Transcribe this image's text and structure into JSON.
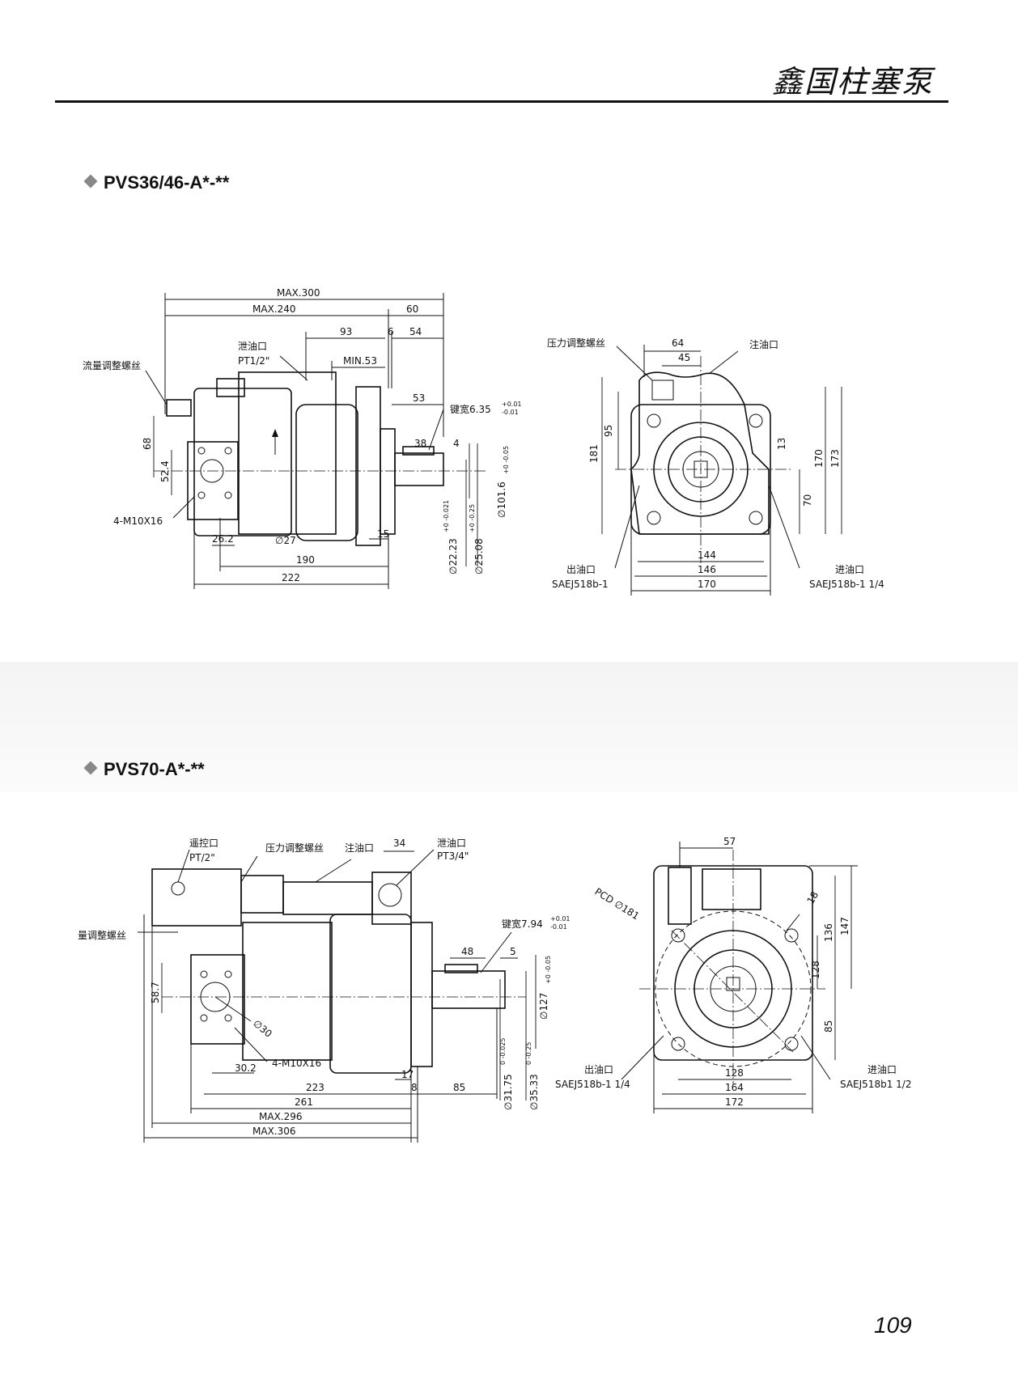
{
  "header": {
    "brand": "鑫国柱塞泵"
  },
  "sections": [
    {
      "title": "PVS36/46-A*-**"
    },
    {
      "title": "PVS70-A*-**"
    }
  ],
  "drawing1": {
    "labels": {
      "max300": "MAX.300",
      "max240": "MAX.240",
      "d60": "60",
      "d93": "93",
      "d6": "6",
      "d54": "54",
      "drain": "泄油口",
      "drain_pt": "PT1/2\"",
      "min53": "MIN.53",
      "flow_screw": "流量调整螺丝",
      "d53": "53",
      "key": "键宽6.35",
      "key_tol_up": "+0.01",
      "key_tol_dn": "-0.01",
      "d38": "38",
      "d4": "4",
      "d68": "68",
      "d52_4": "52.4",
      "dia101": "∅101.6",
      "dia101_tol": "+0 -0.05",
      "bolts": "4-M10X16",
      "d26_2": "26.2",
      "dia27": "∅27",
      "d15": "15",
      "d190": "190",
      "d222": "222",
      "dia22": "∅22.23",
      "dia22_tol": "+0 -0.021",
      "dia25": "∅25.08",
      "dia25_tol": "+0 -0.25",
      "press_screw": "压力调整螺丝",
      "fill": "注油口",
      "d64": "64",
      "d45": "45",
      "d95": "95",
      "d181": "181",
      "d13": "13",
      "d170v": "170",
      "d173": "173",
      "d70": "70",
      "d144": "144",
      "d146": "146",
      "d170h": "170",
      "outlet": "出油口",
      "outlet_std": "SAEJ518b-1",
      "inlet": "进油口",
      "inlet_std": "SAEJ518b-1 1/4"
    }
  },
  "drawing2": {
    "labels": {
      "remote": "遥控口",
      "remote_pt": "PT/2\"",
      "press_screw": "压力调整螺丝",
      "fill": "注油口",
      "d34": "34",
      "drain": "泄油口",
      "drain_pt": "PT3/4\"",
      "flow_screw": "量调整螺丝",
      "key": "键宽7.94",
      "key_tol_up": "+0.01",
      "key_tol_dn": "-0.01",
      "d48": "48",
      "d5": "5",
      "d58_7": "58.7",
      "dia30": "∅30",
      "dia127": "∅127",
      "dia127_tol": "+0 -0.05",
      "bolts": "4-M10X16",
      "d30_2": "30.2",
      "d17": "17",
      "d223": "223",
      "d8": "8",
      "d85": "85",
      "d261": "261",
      "max296": "MAX.296",
      "max306": "MAX.306",
      "dia31": "∅31.75",
      "dia31_tol": "0 -0.025",
      "dia35": "∅35.33",
      "dia35_tol": "0 -0.25",
      "d57": "57",
      "pcd": "PCD ∅181",
      "d18": "18",
      "d136": "136",
      "d147": "147",
      "d128v": "128",
      "d85v": "85",
      "outlet": "出油口",
      "outlet_std": "SAEJ518b-1 1/4",
      "d128h": "128",
      "d164": "164",
      "d172": "172",
      "inlet": "进油口",
      "inlet_std": "SAEJ518b1 1/2"
    }
  },
  "footer": {
    "page_number": "109"
  }
}
